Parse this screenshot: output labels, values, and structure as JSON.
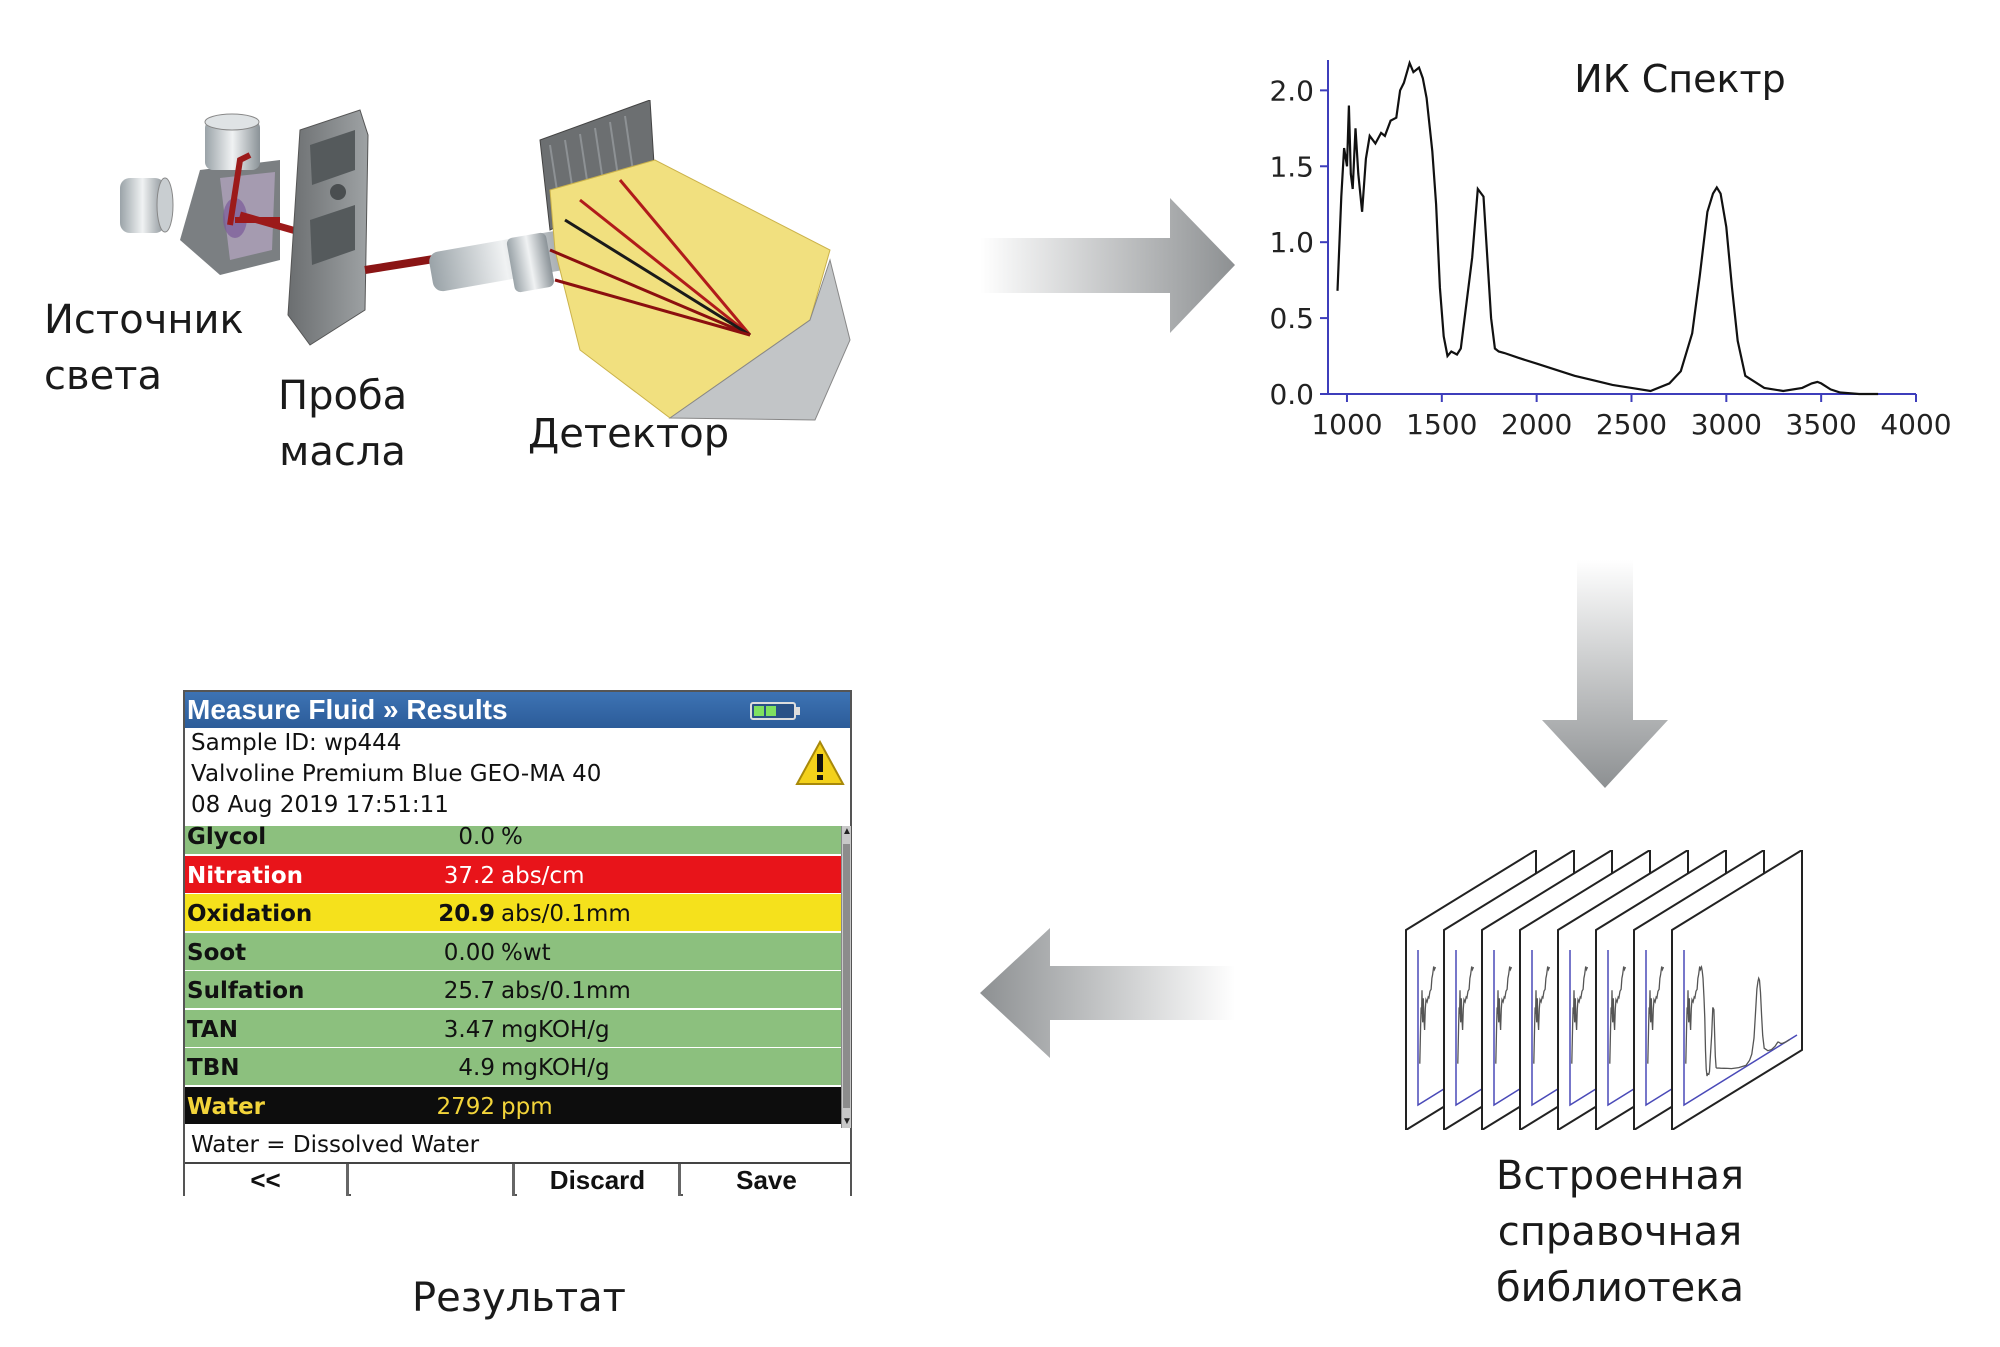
{
  "labels": {
    "source": "Источник\nсвета",
    "sample": "Проба\nмасла",
    "detector": "Детектор",
    "spectrum": "ИК Спектр",
    "library": "Встроенная справочная\nбиблиотека",
    "result": "Результат"
  },
  "chart_data": {
    "type": "line",
    "title": "ИК Спектр",
    "xlabel": "",
    "ylabel": "",
    "xlim": [
      900,
      4000
    ],
    "ylim": [
      0,
      2.2
    ],
    "x_ticks": [
      "1000",
      "1500",
      "2000",
      "2500",
      "3000",
      "3500",
      "4000"
    ],
    "y_ticks": [
      "0.0",
      "0.5",
      "1.0",
      "1.5",
      "2.0"
    ],
    "grid": false,
    "series": [
      {
        "x": [
          950,
          970,
          985,
          1000,
          1010,
          1020,
          1030,
          1045,
          1060,
          1080,
          1100,
          1120,
          1150,
          1180,
          1200,
          1230,
          1260,
          1280,
          1300,
          1330,
          1350,
          1380,
          1400,
          1420,
          1450,
          1470,
          1490,
          1510,
          1530,
          1550,
          1580,
          1600,
          1620,
          1660,
          1690,
          1720,
          1740,
          1760,
          1780,
          1800,
          1830,
          1900,
          2000,
          2100,
          2200,
          2300,
          2400,
          2500,
          2600,
          2700,
          2760,
          2820,
          2860,
          2900,
          2930,
          2950,
          2970,
          3000,
          3030,
          3060,
          3100,
          3200,
          3300,
          3400,
          3450,
          3480,
          3500,
          3550,
          3600,
          3700,
          3800
        ],
        "values": [
          0.68,
          1.3,
          1.62,
          1.5,
          1.9,
          1.45,
          1.35,
          1.75,
          1.45,
          1.2,
          1.55,
          1.7,
          1.65,
          1.72,
          1.7,
          1.8,
          1.82,
          2.0,
          2.05,
          2.18,
          2.12,
          2.15,
          2.08,
          1.95,
          1.6,
          1.25,
          0.7,
          0.38,
          0.25,
          0.28,
          0.26,
          0.3,
          0.5,
          0.9,
          1.35,
          1.3,
          0.9,
          0.5,
          0.3,
          0.28,
          0.27,
          0.24,
          0.2,
          0.16,
          0.12,
          0.09,
          0.06,
          0.04,
          0.02,
          0.07,
          0.15,
          0.4,
          0.78,
          1.2,
          1.32,
          1.36,
          1.32,
          1.1,
          0.7,
          0.35,
          0.12,
          0.04,
          0.02,
          0.04,
          0.07,
          0.08,
          0.07,
          0.03,
          0.01,
          0.0,
          0.0
        ]
      }
    ]
  },
  "device": {
    "title": "Measure Fluid » Results",
    "sample_id": "Sample ID: wp444",
    "fluid": "Valvoline Premium Blue GEO-MA 40",
    "datetime": "08 Aug 2019 17:51:11",
    "rows": [
      {
        "name": "Glycol",
        "value": "0.0",
        "unit": "%",
        "bg": "#8cc07e",
        "fg": "#111111"
      },
      {
        "name": "Nitration",
        "value": "37.2",
        "unit": "abs/cm",
        "bg": "#e8141a",
        "fg": "#ffffff"
      },
      {
        "name": "Oxidation",
        "value": "20.9",
        "unit": "abs/0.1mm",
        "bg": "#f5e11c",
        "fg": "#111111"
      },
      {
        "name": "Soot",
        "value": "0.00",
        "unit": "%wt",
        "bg": "#8cc07e",
        "fg": "#111111"
      },
      {
        "name": "Sulfation",
        "value": "25.7",
        "unit": "abs/0.1mm",
        "bg": "#8cc07e",
        "fg": "#111111"
      },
      {
        "name": "TAN",
        "value": "3.47",
        "unit": "mgKOH/g",
        "bg": "#8cc07e",
        "fg": "#111111"
      },
      {
        "name": "TBN",
        "value": "4.9",
        "unit": "mgKOH/g",
        "bg": "#8cc07e",
        "fg": "#111111"
      },
      {
        "name": "Water",
        "value": "2792",
        "unit": "ppm",
        "bg": "#0d0d0d",
        "fg": "#f2d43a"
      }
    ],
    "note": "Water = Dissolved Water",
    "buttons": [
      "<<",
      "",
      "Discard",
      "Save"
    ],
    "warning_icon": "warning-icon",
    "battery_icon": "battery-icon"
  }
}
